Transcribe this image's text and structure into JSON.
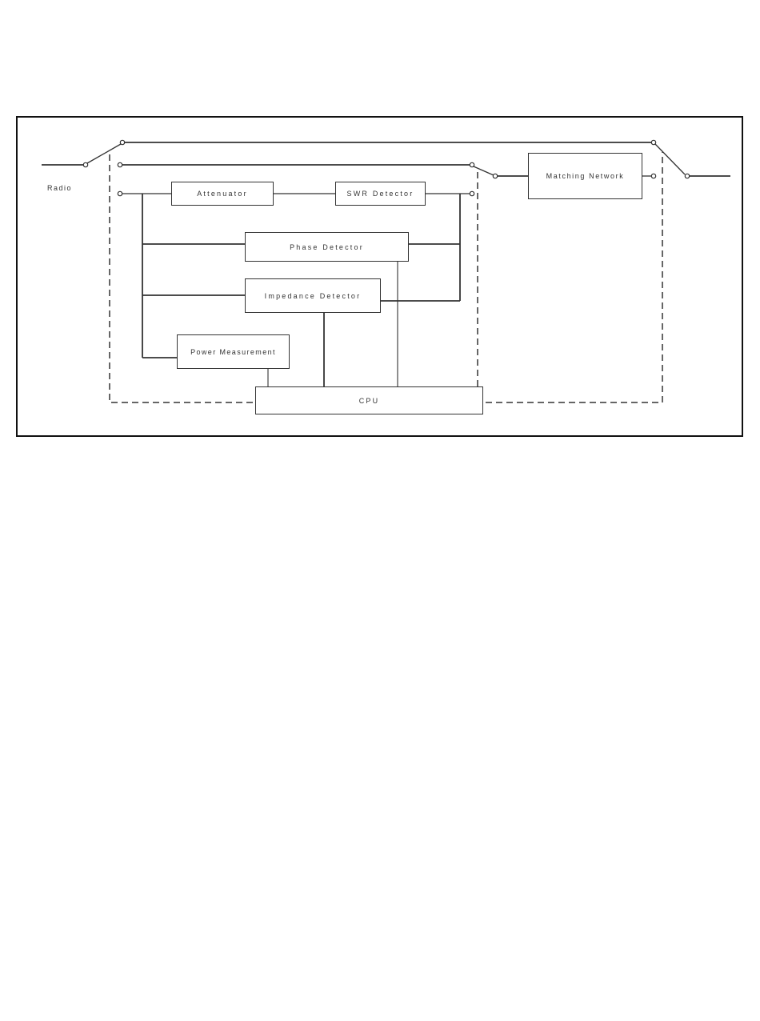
{
  "diagram": {
    "labels": {
      "radio": "Radio",
      "attenuator": "Attenuator",
      "swr_detector": "SWR Detector",
      "phase_detector": "Phase Detector",
      "impedance_detector": "Impedance Detector",
      "power_measurement": "Power Measurement",
      "cpu": "CPU",
      "matching_network": "Matching Network"
    },
    "colors": {
      "line": "#333333",
      "frame": "#111111",
      "background": "#ffffff"
    }
  }
}
